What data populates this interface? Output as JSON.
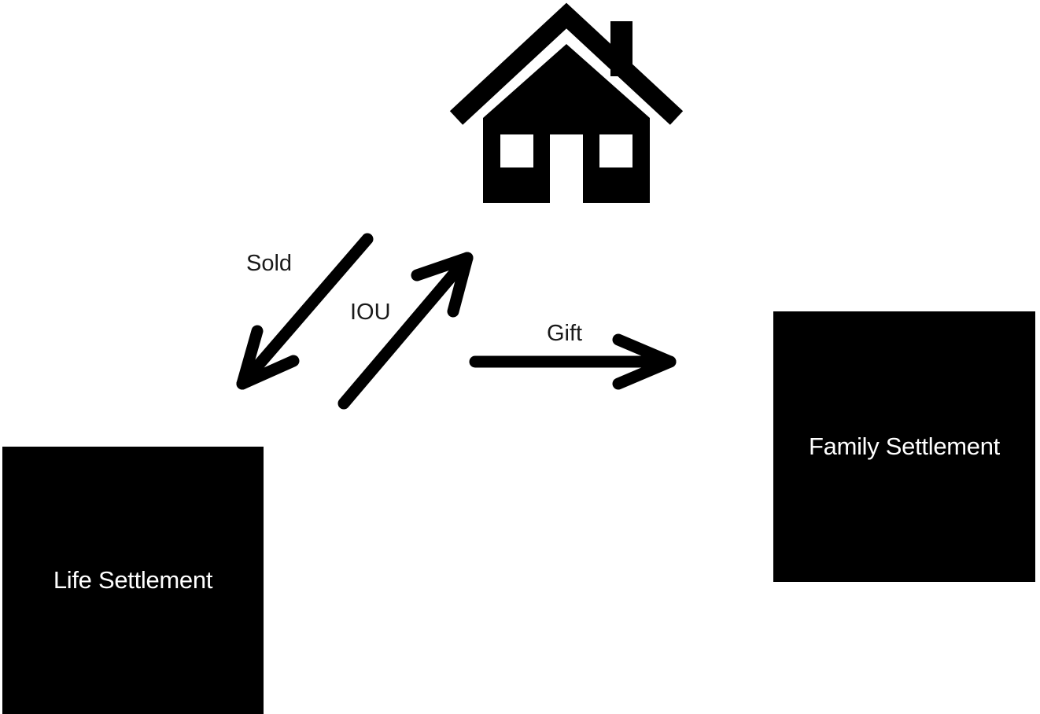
{
  "nodes": {
    "house": {
      "icon": "house-icon"
    },
    "life_settlement": {
      "label": "Life Settlement"
    },
    "family_settlement": {
      "label": "Family Settlement"
    }
  },
  "edges": {
    "sold": {
      "label": "Sold",
      "from": "house",
      "to": "life_settlement"
    },
    "iou": {
      "label": "IOU",
      "from": "life_settlement",
      "to": "house"
    },
    "gift": {
      "label": "Gift",
      "from": "house",
      "to": "family_settlement"
    }
  },
  "colors": {
    "shape": "#000000",
    "box_text": "#ffffff",
    "label_text": "#1a1a1a",
    "background": "#ffffff"
  }
}
